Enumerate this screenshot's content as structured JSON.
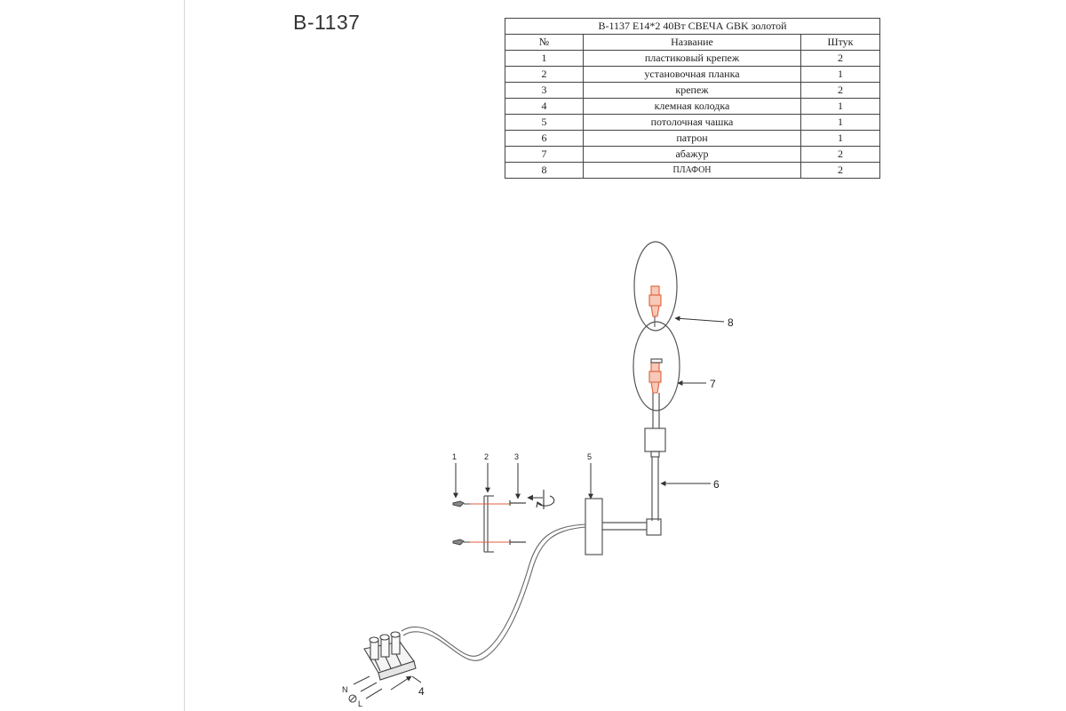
{
  "title": "B-1137",
  "table": {
    "caption": "B-1137 E14*2 40Вт СВЕЧА GBK золотой",
    "headers": [
      "№",
      "Название",
      "Штук"
    ],
    "rows": [
      {
        "num": "1",
        "name": "пластиковый крепеж",
        "qty": "2"
      },
      {
        "num": "2",
        "name": "установочная планка",
        "qty": "1"
      },
      {
        "num": "3",
        "name": "крепеж",
        "qty": "2"
      },
      {
        "num": "4",
        "name": "клемная колодка",
        "qty": "1"
      },
      {
        "num": "5",
        "name": "потолочная чашка",
        "qty": "1"
      },
      {
        "num": "6",
        "name": "патрон",
        "qty": "1"
      },
      {
        "num": "7",
        "name": "абажур",
        "qty": "2"
      },
      {
        "num": "8",
        "name": "ПЛАФОН",
        "qty": "2"
      }
    ]
  },
  "diagram": {
    "callouts": [
      "1",
      "2",
      "3",
      "4",
      "5",
      "6",
      "7",
      "8"
    ],
    "terminal_labels": {
      "neutral": "N",
      "live": "L"
    },
    "colors": {
      "line": "#555555",
      "accent": "#e0603c"
    }
  }
}
